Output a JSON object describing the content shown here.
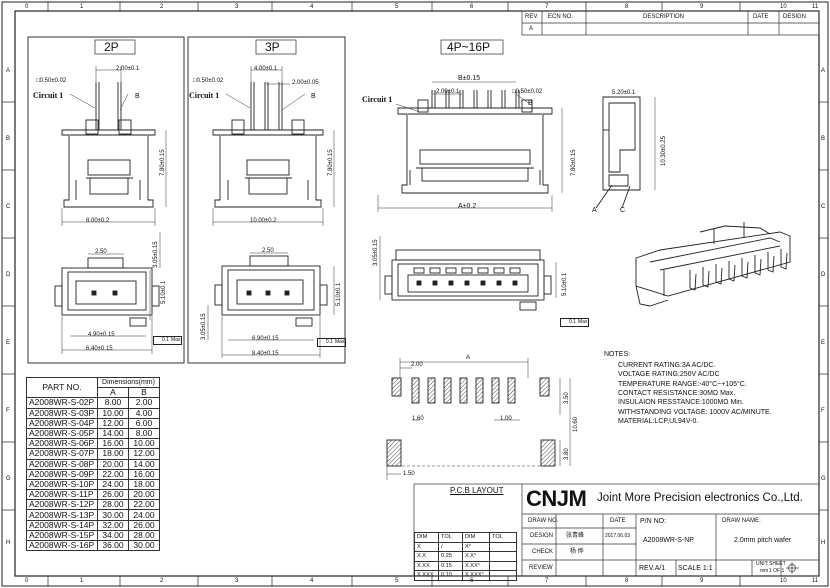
{
  "border": {
    "col_numbers": [
      "0",
      "1",
      "2",
      "3",
      "4",
      "5",
      "6",
      "7",
      "8",
      "9",
      "10",
      "11"
    ],
    "row_letters": [
      "A",
      "B",
      "C",
      "D",
      "E",
      "F",
      "G",
      "H"
    ]
  },
  "revision_table": {
    "headers": [
      "REV.",
      "ECN NO.",
      "DESCRIPTION",
      "DATE",
      "DESIGN"
    ],
    "rows": [
      [
        "A",
        "",
        "",
        "",
        ""
      ]
    ]
  },
  "views": {
    "p2": {
      "label": "2P",
      "pitch": "2.00±0.1",
      "pin": "□0.50±0.02",
      "circuit": "Circuit 1",
      "ref_b": "B",
      "height": "7.80±0.15",
      "width": "8.00±0.2",
      "top_pitch": "2.50",
      "depth": "3.05±0.15",
      "depth2": "5.10±0.1",
      "inner": "4.90±0.15",
      "outer": "6.40±0.15",
      "flat": "0.1",
      "flat_label": "Max"
    },
    "p3": {
      "label": "3P",
      "pitch_total": "4.00±0.1",
      "pitch": "2.00±0.05",
      "pin": "□0.50±0.02",
      "circuit": "Circuit 1",
      "ref_b": "B",
      "height": "7.80±0.15",
      "width": "10.00±0.2",
      "top_pitch": "2.50",
      "depth": "3.05±0.15",
      "depth2": "5.10±0.1",
      "inner": "6.90±0.15",
      "outer": "8.40±0.15",
      "flat": "0.1",
      "flat_label": "Max"
    },
    "p4": {
      "label": "4P~16P",
      "b_dim": "B±0.15",
      "pitch": "2.00±0.1",
      "pin": "□0.50±0.02",
      "circuit": "Circuit 1",
      "ref_b": "B",
      "height": "7.80±0.15",
      "width": "A±0.2",
      "depth": "3.05±0.15",
      "depth2": "5.10±0.1",
      "flat": "0.1",
      "flat_label": "Max"
    },
    "side": {
      "top": "5.20±0.1",
      "height": "10.30±0.25",
      "ref_a": "A",
      "ref_c": "C"
    }
  },
  "part_table": {
    "header_part": "PART NO.",
    "header_dims": "Dimensions(mm)",
    "col_a": "A",
    "col_b": "B",
    "rows": [
      [
        "A2008WR-S-02P",
        "8.00",
        "2.00"
      ],
      [
        "A2008WR-S-03P",
        "10.00",
        "4.00"
      ],
      [
        "A2008WR-S-04P",
        "12.00",
        "6.00"
      ],
      [
        "A2008WR-S-05P",
        "14.00",
        "8.00"
      ],
      [
        "A2008WR-S-06P",
        "16.00",
        "10.00"
      ],
      [
        "A2008WR-S-07P",
        "18.00",
        "12.00"
      ],
      [
        "A2008WR-S-08P",
        "20.00",
        "14.00"
      ],
      [
        "A2008WR-S-09P",
        "22.00",
        "16.00"
      ],
      [
        "A2008WR-S-10P",
        "24.00",
        "18.00"
      ],
      [
        "A2008WR-S-11P",
        "26.00",
        "20.00"
      ],
      [
        "A2008WR-S-12P",
        "28.00",
        "22.00"
      ],
      [
        "A2008WR-S-13P",
        "30.00",
        "24.00"
      ],
      [
        "A2008WR-S-14P",
        "32.00",
        "26.00"
      ],
      [
        "A2008WR-S-15P",
        "34.00",
        "28.00"
      ],
      [
        "A2008WR-S-16P",
        "36.00",
        "30.00"
      ]
    ]
  },
  "pcb": {
    "title": "P.C.B LAYOUT",
    "a": "A",
    "d200": "2.00",
    "d160": "1.60",
    "d100": "1.00",
    "d350": "3.50",
    "d1060": "10.60",
    "d380": "3.80",
    "d150": "1.50"
  },
  "notes": {
    "title": "NOTES:",
    "lines": [
      "CURRENT RATING:3A AC/DC.",
      "VOLTAGE RATING:250V  AC/DC",
      "TEMPERATURE RANGE:-40°C~+105°C.",
      "CONTACT RESISTANCE:30MΩ Max.",
      "INSULAION RESSTANCE:1000MΩ Min.",
      "WITHSTANDING VOLTAGE: 1000V AC/MINUTE.",
      "MATERIAL:LCP,UL94V-0."
    ]
  },
  "title_block": {
    "logo": "CNJM",
    "company": "Joint More Precision electronics Co.,Ltd.",
    "draw_no_label": "DRAW NO.",
    "date_label": "DATE",
    "design_label": "DESIGN",
    "designer": "张青峰",
    "date": "2017.06.03",
    "check_label": "CHECK",
    "checker": "杨 烨",
    "review_label": "REVIEW",
    "pn_label": "P/N NO:",
    "pn": "A2008WR-S-NP",
    "draw_name_label": "DRAW NAME:",
    "draw_name": "2.0mm pitch wafer",
    "rev": "REV.A/1",
    "scale": "SCALE 1:1",
    "unit_label": "UNIT:",
    "unit": "mm",
    "sheet_label": "SHEET",
    "sheet": "1 OF 1",
    "tol_headers": [
      "DIM",
      "TOL",
      "DIM",
      "TOL"
    ],
    "tol_rows": [
      [
        "X",
        "/",
        "X°",
        ""
      ],
      [
        "X.X",
        "0.25",
        "X.X°",
        ""
      ],
      [
        "X.XX",
        "0.15",
        "X.XX°",
        ""
      ],
      [
        "X.XXX",
        "0.10",
        "X.XXX°",
        ""
      ]
    ]
  }
}
